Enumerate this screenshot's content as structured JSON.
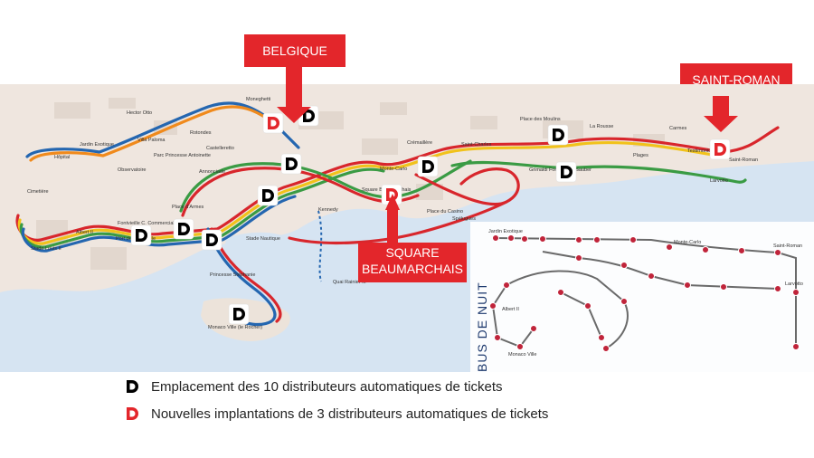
{
  "callouts": {
    "belgique": "BELGIQUE",
    "saint_roman": "SAINT-ROMAN",
    "square_line1": "SQUARE",
    "square_line2": "BEAUMARCHAIS"
  },
  "night_bus_label": "BUS DE NUIT",
  "legend": {
    "existing": "Emplacement des 10 distributeurs automatiques de tickets",
    "new": "Nouvelles implantations de 3 distributeurs automatiques de tickets"
  },
  "places": {
    "moneghetti": "Moneghetti",
    "hector_otto": "Hector Otto",
    "jardin_exotique": "Jardin Exotique",
    "hopital": "Hôpital",
    "villa_paloma": "Villa Paloma",
    "rotondes": "Rotondes",
    "parc_princesse": "Parc Princesse Antoinette",
    "observatoire": "Observatoire",
    "castelleretto": "Castelleretto",
    "annonciade": "Annonciade",
    "cimetiere": "Cimetière",
    "fontvieille": "Fontvieille C. Commercial",
    "port_fontvieille": "Port de Fontvieille",
    "stade_louis": "Stade Louis II",
    "albert": "Albert II",
    "place_armes": "Place d'Armes",
    "stade_nautique": "Stade Nautique",
    "princesse_stephanie": "Princesse Stéphanie",
    "monaco_ville": "Monaco Ville (le Rocher)",
    "quai_rainier": "Quai Rainier III",
    "kennedy": "Kennedy",
    "square_beaumarchais": "Square Beaumarchais",
    "monte_carlo": "Monte-Carlo",
    "casino": "Place du Casino",
    "cremaillere": "Crémaillère",
    "saint_charles": "Saint-Charles",
    "grimaldi_forum": "Grimaldi Forum Villa Sauber",
    "place_moulins": "Place des Moulins",
    "la_rousse": "La Rousse",
    "carmes": "Carmes",
    "plages": "Plages",
    "larvotto": "Larvotto",
    "saint_roman": "Saint-Roman",
    "testimonio": "Testimonio",
    "spelugues": "Spélugues"
  },
  "night_stops": {
    "jardin_exotique": "Jardin Exotique",
    "saint_roman": "Saint-Roman",
    "larvotto": "Larvotto",
    "monte_carlo": "Monte-Carlo",
    "albert": "Albert II",
    "monaco_ville": "Monaco Ville"
  },
  "colors": {
    "callout_red": "#e3262b",
    "sea": "#d6e4f2",
    "land": "#efe6df",
    "line_red": "#d8262c",
    "line_yellow": "#f1c21b",
    "line_green": "#3a9b44",
    "line_blue": "#2466b0",
    "line_orange": "#f08a1c",
    "night_line": "#6a6a6a",
    "night_stop": "#c0243a"
  },
  "icons": {
    "existing_marker": "d-ticket-black-icon",
    "new_marker": "d-ticket-red-icon"
  }
}
